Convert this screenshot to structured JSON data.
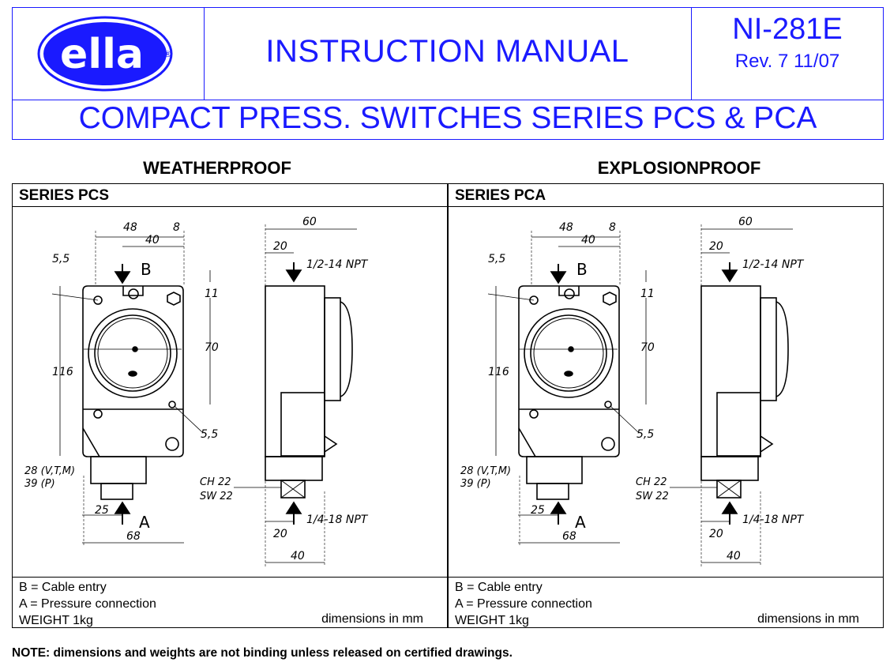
{
  "header": {
    "logo_text": "ella",
    "logo_mark": "®",
    "title": "INSTRUCTION MANUAL",
    "doc_number": "NI-281E",
    "revision": "Rev. 7  11/07",
    "subtitle": "COMPACT PRESS. SWITCHES SERIES PCS & PCA"
  },
  "sections": [
    {
      "heading": "WEATHERPROOF",
      "series": "SERIES PCS",
      "notes": [
        "B = Cable entry",
        "A = Pressure connection",
        "WEIGHT 1kg"
      ],
      "dims_note": "dimensions in mm"
    },
    {
      "heading": "EXPLOSIONPROOF",
      "series": "SERIES PCA",
      "notes": [
        "B = Cable entry",
        "A = Pressure connection",
        "WEIGHT 1kg"
      ],
      "dims_note": "dimensions in mm"
    }
  ],
  "drawing_labels": {
    "d48": "48",
    "d8": "8",
    "d40": "40",
    "d55a": "5,5",
    "B": "B",
    "d11": "11",
    "d70": "70",
    "d116": "116",
    "d55b": "5,5",
    "d28": "28 (V,T,M)",
    "d39": "39 (P)",
    "A": "A",
    "d25": "25",
    "d68": "68",
    "s60": "60",
    "s20a": "20",
    "npt1": "1/2-14 NPT",
    "ch22": "CH 22",
    "sw22": "SW 22",
    "npt2": "1/4-18 NPT",
    "s20b": "20",
    "s40": "40"
  },
  "footnote": {
    "label": "NOTE:",
    "text": " dimensions and weights are not binding unless released on certified drawings."
  }
}
